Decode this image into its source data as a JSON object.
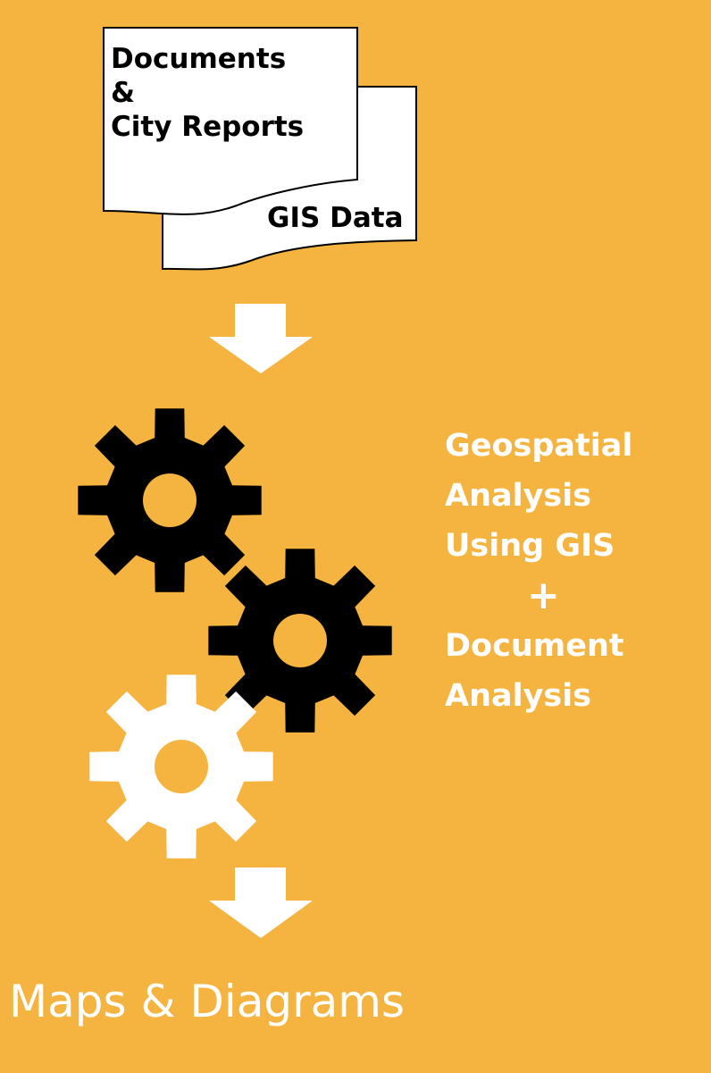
{
  "inputs": {
    "documents_lines": [
      "Documents",
      "&",
      "City Reports"
    ],
    "gis_label": "GIS Data"
  },
  "process": {
    "line1": "Geospatial",
    "line2": "Analysis",
    "line3": "Using GIS",
    "plus": "+",
    "line4": "Document",
    "line5": "Analysis"
  },
  "output": {
    "title": "Maps & Diagrams"
  },
  "colors": {
    "background": "#F5B33F",
    "gear_dark": "#000000",
    "gear_light": "#FFFFFF",
    "arrow": "#FFFFFF",
    "text_light": "#FFFFFF"
  },
  "icons": [
    "document-icon",
    "gis-data-document-icon",
    "down-arrow-icon",
    "gear-icon"
  ]
}
